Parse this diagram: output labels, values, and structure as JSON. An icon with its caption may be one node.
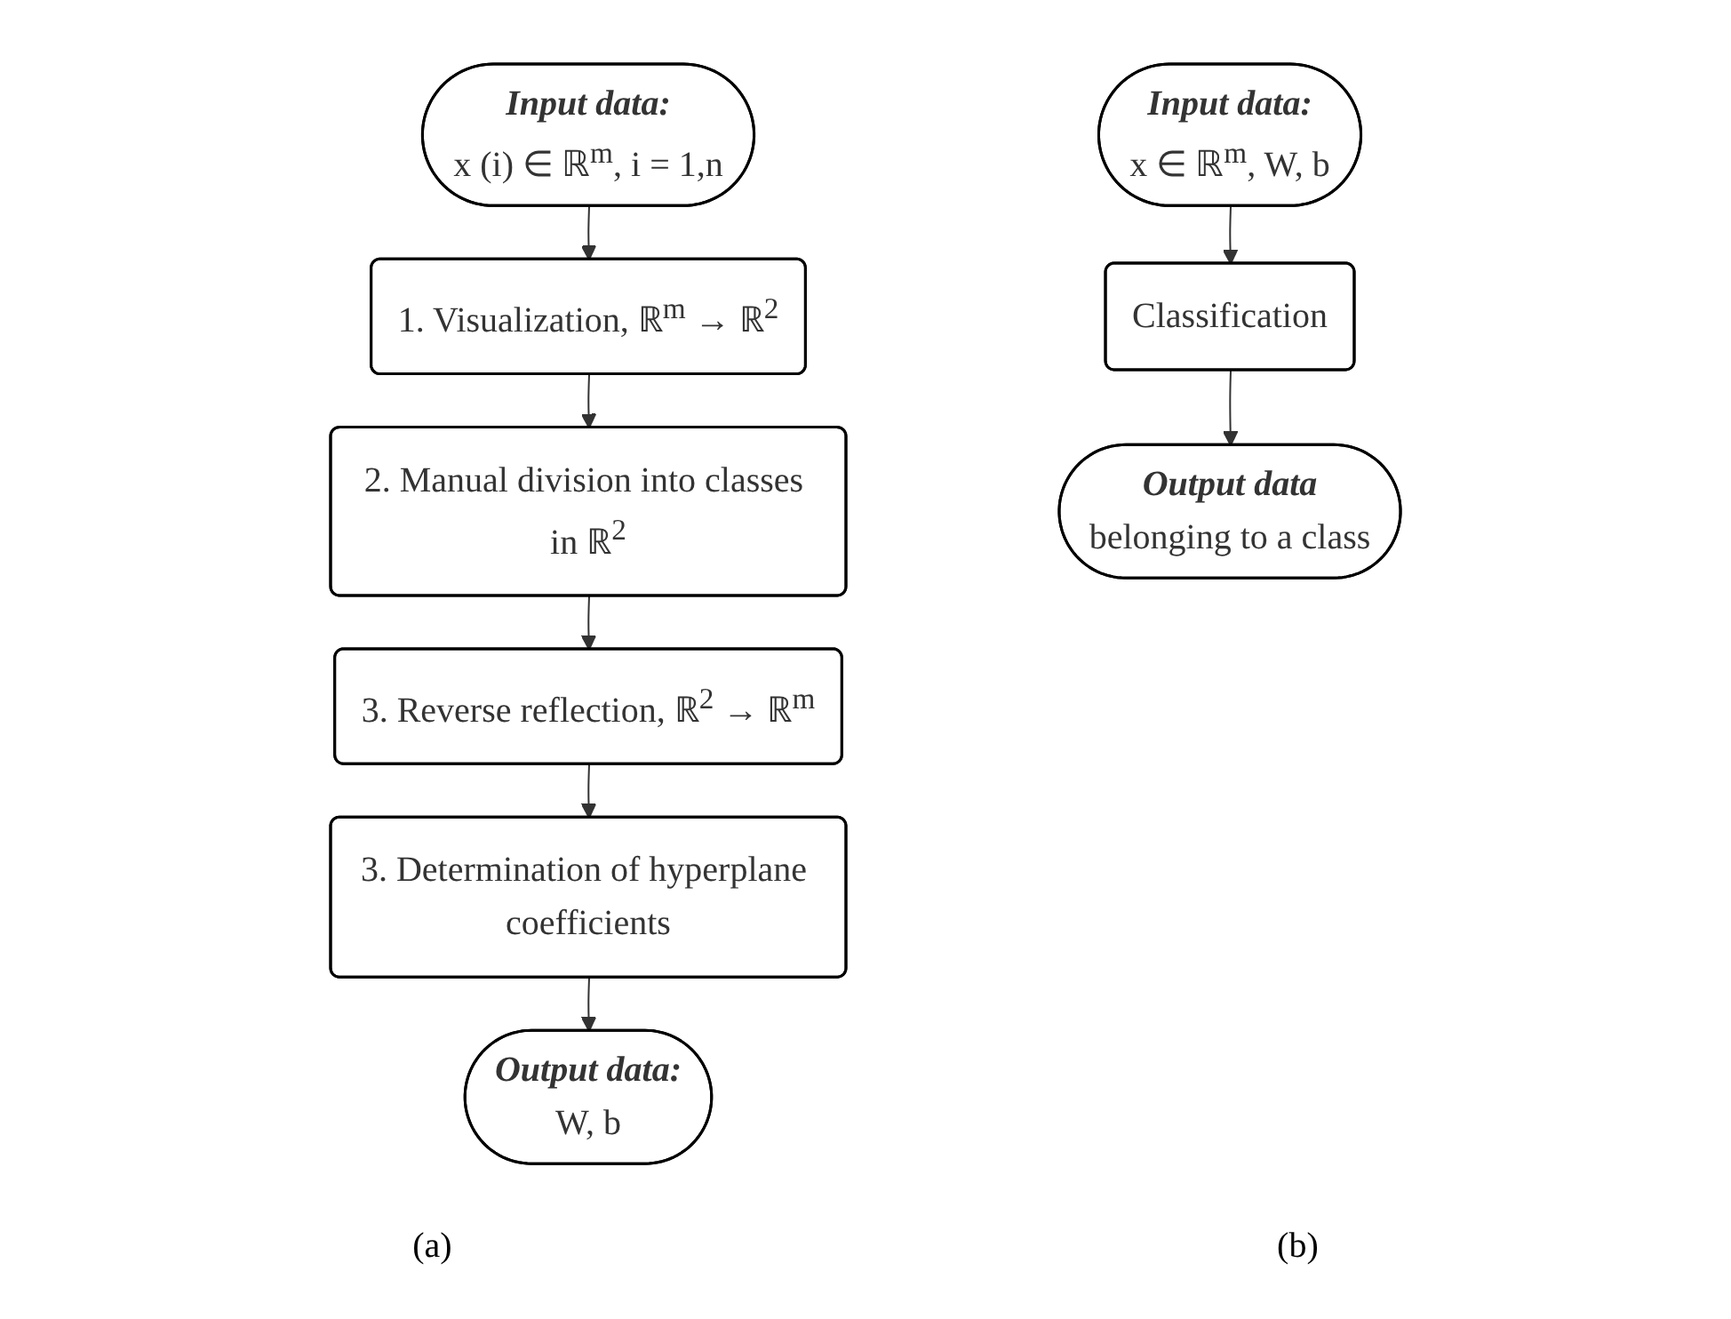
{
  "diagram": {
    "nodes": [
      {
        "text": [
          "Input data:",
          "x (i) ∈ ℝ$^{m}$, i = 1,n"
        ]
      },
      {
        "text": [
          "1. Visualization, ℝ$^{m}$ → ℝ$^{2}$"
        ]
      },
      {
        "text": [
          "2. Manual division into classes in ℝ$^{2}$"
        ]
      },
      {
        "text": [
          "3. Reverse reflection, ℝ$^{2}$ → ℝ$^{m}$"
        ]
      },
      {
        "text": [
          "3. Determination of hyperplane coefficients"
        ]
      },
      {
        "text": [
          "Output data:",
          "W, b"
        ]
      },
      {
        "text": [
          "Input data:",
          "x ∈ ℝ$^{m}$, W, b"
        ]
      },
      {
        "text": [
          "Classification"
        ]
      },
      {
        "text": [
          "Output data",
          "belonging to a class"
        ]
      }
    ],
    "edges": [
      {
        "from": 0,
        "to": 1,
        "arrow": "to"
      },
      {
        "from": 1,
        "to": 2,
        "arrow": "to"
      },
      {
        "from": 2,
        "to": 3,
        "arrow": "to"
      },
      {
        "from": 3,
        "to": 4,
        "arrow": "to"
      },
      {
        "from": 4,
        "to": 5,
        "arrow": "to"
      },
      {
        "from": 6,
        "to": 7,
        "arrow": "to"
      },
      {
        "from": 7,
        "to": 8,
        "arrow": "to"
      }
    ],
    "labels": [
      "(a)",
      "(b)"
    ]
  }
}
